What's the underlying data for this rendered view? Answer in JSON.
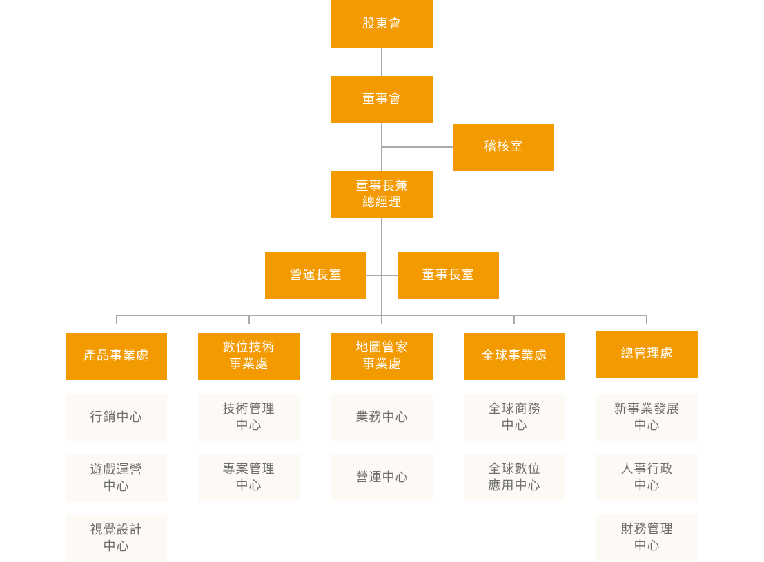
{
  "colors": {
    "primary_box": "#f39a00",
    "primary_text": "#ffffff",
    "secondary_box": "#fdfaf5",
    "secondary_text": "#6e6e6e",
    "connector": "#a9a9a9"
  },
  "top": {
    "shareholders": [
      "股東會"
    ],
    "board": [
      "董事會"
    ],
    "audit": [
      "稽核室"
    ],
    "chairman_ceo": [
      "董事長兼",
      "總經理"
    ],
    "coo_office": [
      "營運長室"
    ],
    "chairman_office": [
      "董事長室"
    ]
  },
  "divisions": [
    {
      "title": [
        "產品事業處"
      ],
      "units": [
        [
          "行銷中心"
        ],
        [
          "遊戲運營",
          "中心"
        ],
        [
          "視覺設計",
          "中心"
        ]
      ]
    },
    {
      "title": [
        "數位技術",
        "事業處"
      ],
      "units": [
        [
          "技術管理",
          "中心"
        ],
        [
          "專案管理",
          "中心"
        ]
      ]
    },
    {
      "title": [
        "地圖管家",
        "事業處"
      ],
      "units": [
        [
          "業務中心"
        ],
        [
          "營運中心"
        ]
      ]
    },
    {
      "title": [
        "全球事業處"
      ],
      "units": [
        [
          "全球商務",
          "中心"
        ],
        [
          "全球數位",
          "應用中心"
        ]
      ]
    },
    {
      "title": [
        "總管理處"
      ],
      "units": [
        [
          "新事業發展",
          "中心"
        ],
        [
          "人事行政",
          "中心"
        ],
        [
          "財務管理",
          "中心"
        ]
      ]
    }
  ]
}
